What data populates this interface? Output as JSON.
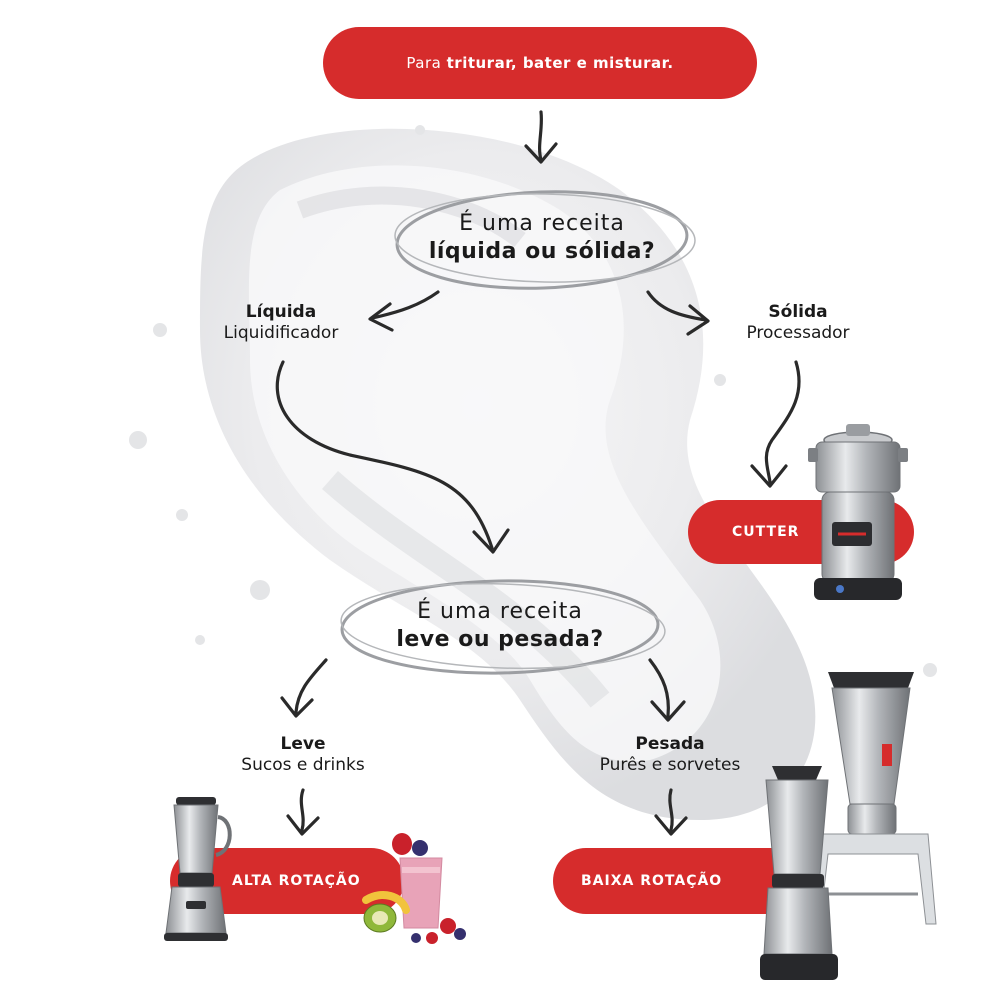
{
  "header": {
    "prefix": "Para ",
    "emphasis": "triturar, bater e misturar."
  },
  "question1": {
    "line1": "É uma receita",
    "line2": "líquida ou sólida?"
  },
  "branch_liquid": {
    "title": "Líquida",
    "subtitle": "Liquidificador"
  },
  "branch_solid": {
    "title": "Sólida",
    "subtitle": "Processador"
  },
  "result_solid": {
    "label": "CUTTER"
  },
  "question2": {
    "line1": "É uma receita",
    "line2": "leve ou pesada?"
  },
  "branch_light": {
    "title": "Leve",
    "subtitle": "Sucos e drinks"
  },
  "branch_heavy": {
    "title": "Pesada",
    "subtitle": "Purês e sorvetes"
  },
  "result_light": {
    "label": "ALTA ROTAÇÃO"
  },
  "result_heavy": {
    "label": "BAIXA ROTAÇÃO"
  },
  "colors": {
    "accent": "#d62c2c",
    "text": "#1a1a1a",
    "stainless": "#b9bcc0"
  }
}
